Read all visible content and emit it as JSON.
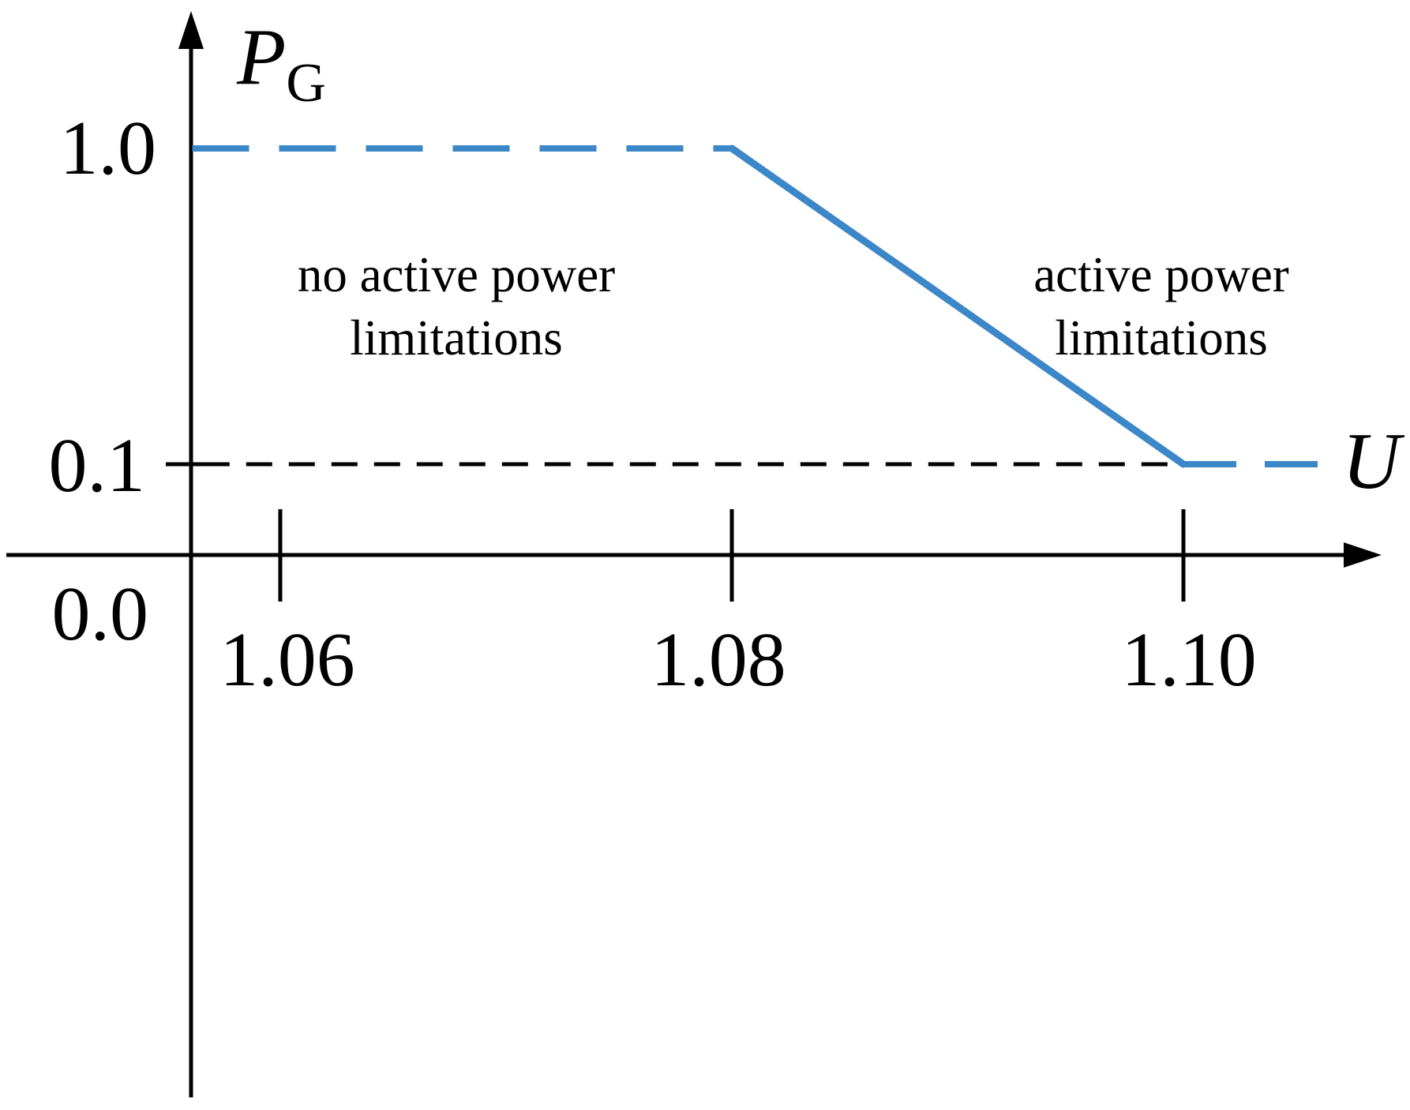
{
  "chart_data": {
    "type": "line",
    "title": "",
    "xlabel": "U",
    "ylabel_symbol": "P",
    "ylabel_subscript": "G",
    "x_ticks": [
      {
        "value": 1.06,
        "label": "1.06"
      },
      {
        "value": 1.08,
        "label": "1.08"
      },
      {
        "value": 1.1,
        "label": "1.10"
      }
    ],
    "y_ticks": [
      {
        "value": 1.0,
        "label": "1.0"
      },
      {
        "value": 0.1,
        "label": "0.1"
      },
      {
        "value": 0.0,
        "label": "0.0"
      }
    ],
    "y_axis_tick_marks": [
      0.1
    ],
    "axis_info": {
      "x_range_shown": [
        1.056,
        1.112
      ],
      "y_levels": [
        0.0,
        0.1,
        1.0
      ],
      "grid": false,
      "legend": "none"
    },
    "series": [
      {
        "name": "pg-limit-flat",
        "description": "PG = 1.0, no curtailment below U = 1.08",
        "style": "blue-dashed",
        "points": [
          [
            1.0561,
            1.0
          ],
          [
            1.08,
            1.0
          ]
        ]
      },
      {
        "name": "pg-limit-droop",
        "description": "PG drops linearly from 1.0 at U=1.08 to 0.1 at U=1.10",
        "style": "blue-solid",
        "points": [
          [
            1.08,
            1.0
          ],
          [
            1.1,
            0.1
          ]
        ]
      },
      {
        "name": "pg-limit-floor",
        "description": "PG = 0.1 above U = 1.10",
        "style": "blue-dashed-short",
        "points": [
          [
            1.1,
            0.1
          ],
          [
            1.106,
            0.1
          ]
        ]
      },
      {
        "name": "ref-line-0p1",
        "description": "black dashed reference at PG = 0.1",
        "style": "black-dashed",
        "points": [
          [
            1.0566,
            0.1
          ],
          [
            1.0999,
            0.1
          ]
        ]
      }
    ],
    "annotations": [
      {
        "lines": [
          "no active power",
          "limitations"
        ]
      },
      {
        "lines": [
          "active power",
          "limitations"
        ]
      }
    ],
    "colors": {
      "curve": "#3B87C7",
      "axis": "#000000",
      "reference": "#000000"
    }
  }
}
